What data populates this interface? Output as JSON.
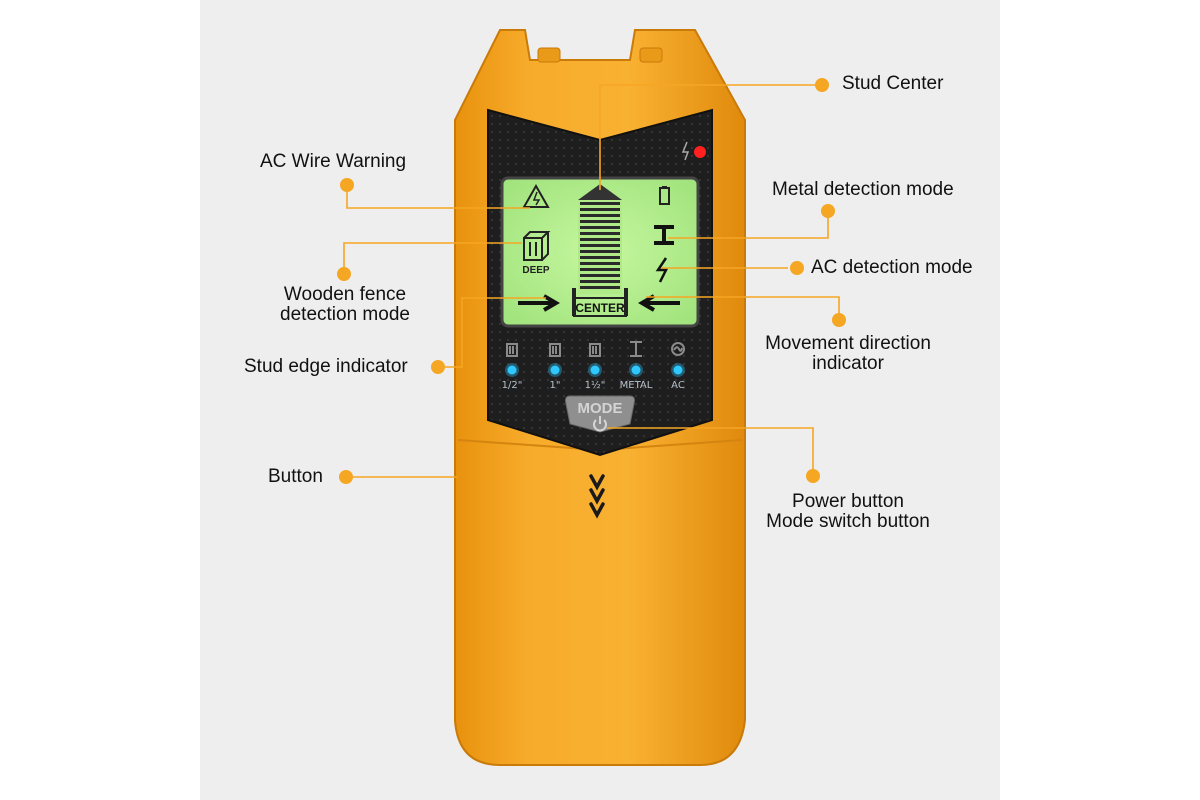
{
  "callouts": {
    "stud_center": "Stud Center",
    "ac_wire_warning": "AC Wire Warning",
    "metal_detection_mode": "Metal detection mode",
    "ac_detection_mode": "AC detection mode",
    "wooden_fence_line1": "Wooden fence",
    "wooden_fence_line2": "detection mode",
    "movement_direction_line1": "Movement direction",
    "movement_direction_line2": "indicator",
    "stud_edge_indicator": "Stud edge indicator",
    "button": "Button",
    "power_button_line1": "Power button",
    "power_button_line2": "Mode switch button"
  },
  "device": {
    "lcd_deep_label": "DEEP",
    "lcd_center_label": "CENTER",
    "mode_button_label": "MODE",
    "indicator_labels": [
      "1/2\"",
      "1\"",
      "1½\"",
      "METAL",
      "AC"
    ]
  },
  "colors": {
    "body": "#f5a623",
    "lcd": "#b5f08c",
    "callout_dot": "#f5a623",
    "indicator_led": "#2ec8ff"
  }
}
